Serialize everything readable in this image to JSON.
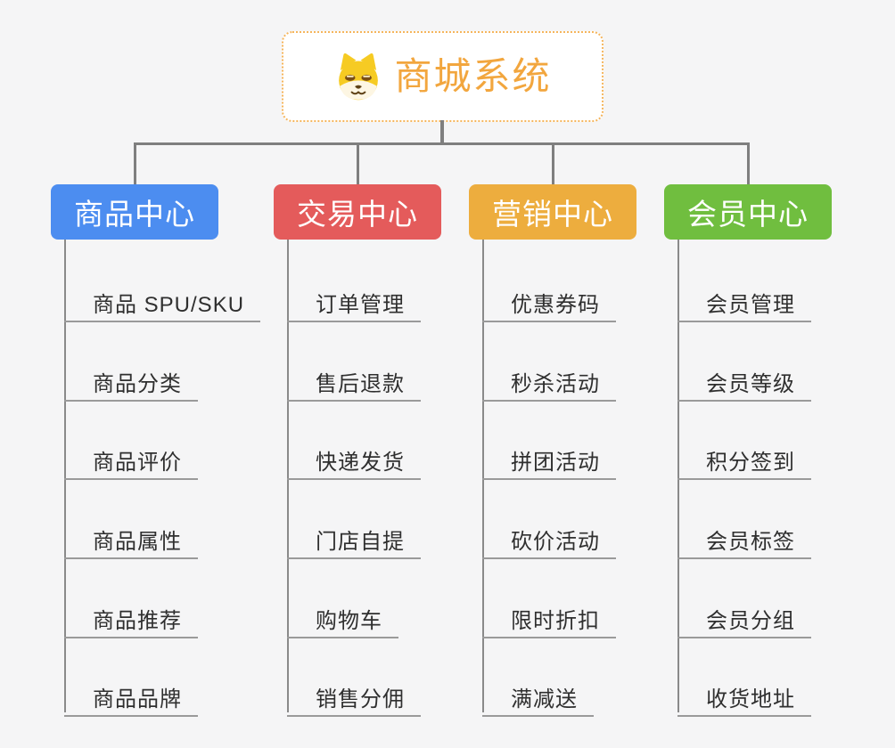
{
  "root": {
    "title": "商城系统",
    "icon": "shiba-dog-icon",
    "title_color": "#F2A63E",
    "border_color": "#F5B55C"
  },
  "branches": [
    {
      "label": "商品中心",
      "color": "#4C8DF0",
      "items": [
        "商品 SPU/SKU",
        "商品分类",
        "商品评价",
        "商品属性",
        "商品推荐",
        "商品品牌"
      ]
    },
    {
      "label": "交易中心",
      "color": "#E45B5B",
      "items": [
        "订单管理",
        "售后退款",
        "快递发货",
        "门店自提",
        "购物车",
        "销售分佣"
      ]
    },
    {
      "label": "营销中心",
      "color": "#EDAD3E",
      "items": [
        "优惠券码",
        "秒杀活动",
        "拼团活动",
        "砍价活动",
        "限时折扣",
        "满减送"
      ]
    },
    {
      "label": "会员中心",
      "color": "#70BE3F",
      "items": [
        "会员管理",
        "会员等级",
        "积分签到",
        "会员标签",
        "会员分组",
        "收货地址"
      ]
    }
  ],
  "colors": {
    "connector": "#7F7F7F",
    "underline": "#9A9A9A",
    "background": "#F5F5F6"
  }
}
